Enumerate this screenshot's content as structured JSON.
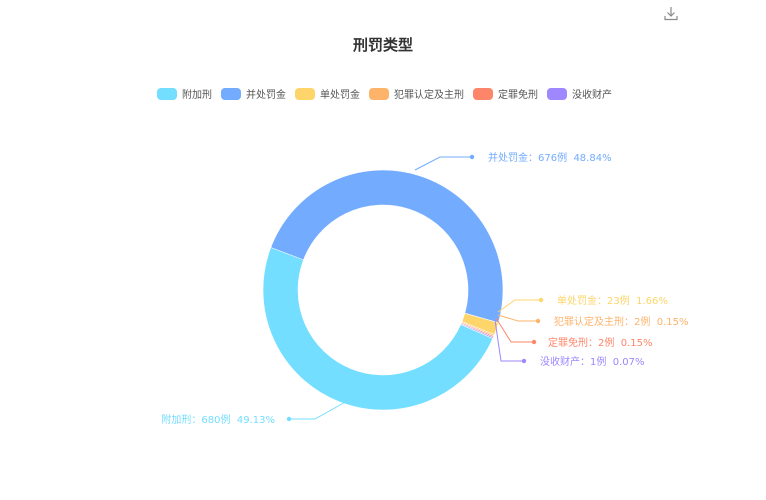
{
  "toolbar": {
    "download_icon": "download-icon"
  },
  "chart_data": {
    "type": "pie",
    "variant": "donut",
    "title": "刑罚类型",
    "legend_position": "top",
    "unit": "例",
    "series": [
      {
        "name": "附加刑",
        "value": 680,
        "percent": "49.13%",
        "color": "#73DEFF",
        "label": "附加刑：680例  49.13%"
      },
      {
        "name": "并处罚金",
        "value": 676,
        "percent": "48.84%",
        "color": "#73ACFF",
        "label": "并处罚金：676例  48.84%"
      },
      {
        "name": "单处罚金",
        "value": 23,
        "percent": "1.66%",
        "color": "#FDD56A",
        "label": "单处罚金：23例  1.66%"
      },
      {
        "name": "犯罪认定及主刑",
        "value": 2,
        "percent": "0.15%",
        "color": "#FDB36A",
        "label": "犯罪认定及主刑：2例  0.15%"
      },
      {
        "name": "定罪免刑",
        "value": 2,
        "percent": "0.15%",
        "color": "#FD866A",
        "label": "定罪免刑：2例  0.15%"
      },
      {
        "name": "没收财产",
        "value": 1,
        "percent": "0.07%",
        "color": "#9E87FF",
        "label": "没收财产：1例  0.07%"
      }
    ]
  }
}
